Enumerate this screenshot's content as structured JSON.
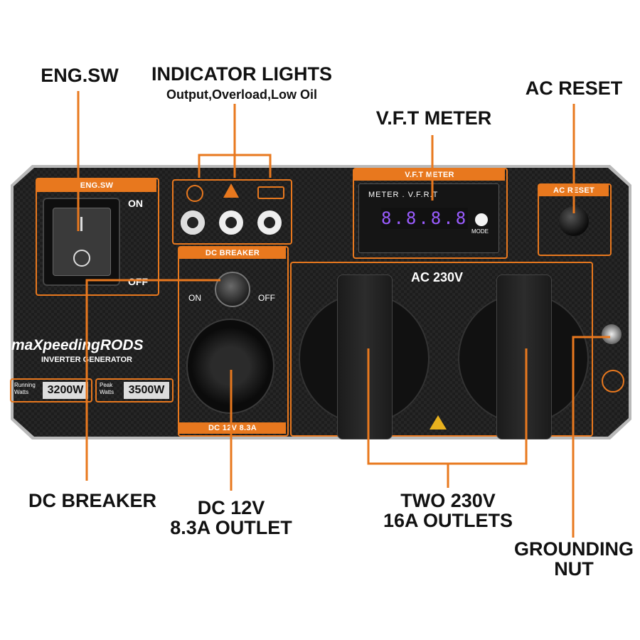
{
  "callouts": {
    "eng_sw": "ENG.SW",
    "indicator_title": "INDICATOR LIGHTS",
    "indicator_sub": "Output,Overload,Low Oil",
    "vft_meter": "V.F.T METER",
    "ac_reset": "AC RESET",
    "dc_breaker": "DC BREAKER",
    "dc_outlet_line1": "DC 12V",
    "dc_outlet_line2": "8.3A OUTLET",
    "outlets_line1": "TWO 230V",
    "outlets_line2": "16A OUTLETS",
    "grounding_line1": "GROUNDING",
    "grounding_line2": "NUT"
  },
  "panel": {
    "eng_sw_label": "ENG.SW",
    "on_label": "ON",
    "off_label": "OFF",
    "vft_label": "V.F.T METER",
    "meter_text": "METER . V.F.R.T",
    "meter_mode": "MODE",
    "meter_display": "8.8.8.8",
    "ac_reset_label": "AC RESET",
    "dc_breaker_label": "DC BREAKER",
    "breaker_on": "ON",
    "breaker_off": "OFF",
    "ac_label": "AC 230V",
    "dc_outlet_label": "DC 12V 8.3A",
    "brand": "maXpeedingRODS",
    "product": "INVERTER GENERATOR",
    "running_label": "Running Watts",
    "running_value": "3200W",
    "peak_label": "Peak Watts",
    "peak_value": "3500W"
  },
  "colors": {
    "accent": "#e8781e",
    "panel": "#1c1c1c",
    "meter_digits": "#9a5cff"
  }
}
